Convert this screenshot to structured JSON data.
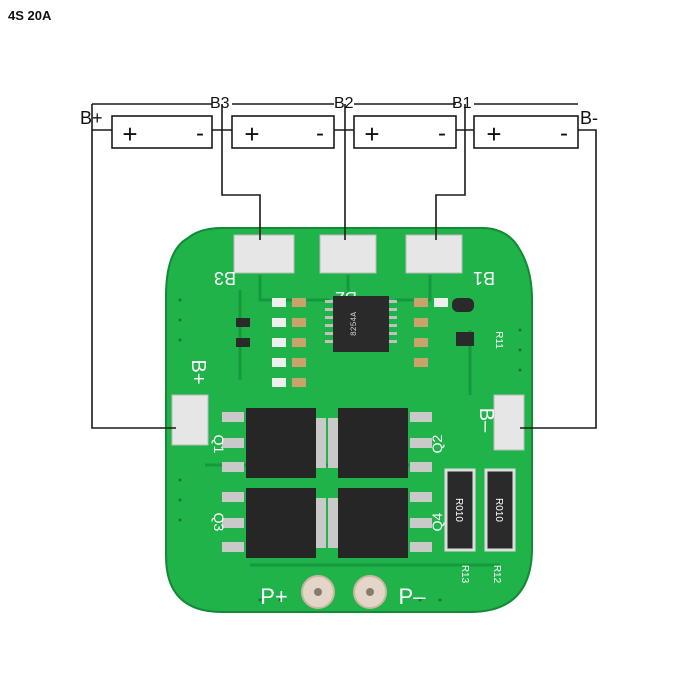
{
  "title": "4S 20A",
  "colors": {
    "pcb": "#1fb34a",
    "pcb_dark": "#128a36",
    "wire": "#1a1a1a",
    "pad": "#e6e6e6",
    "component": "#2a2a2a"
  },
  "cells": [
    {
      "plus": "+",
      "minus": "-"
    },
    {
      "plus": "+",
      "minus": "-"
    },
    {
      "plus": "+",
      "minus": "-"
    },
    {
      "plus": "+",
      "minus": "-"
    }
  ],
  "wire_labels": {
    "b_plus": "B+",
    "b3": "B3",
    "b2": "B2",
    "b1": "B1",
    "b_minus": "B-"
  },
  "board": {
    "pad_labels": {
      "b3": "B3",
      "b2": "B2",
      "b1": "B1"
    },
    "b_plus": "B+",
    "b_minus": "B–",
    "p_plus": "P+",
    "p_minus": "P–",
    "mosfets": [
      "Q1",
      "Q2",
      "Q3",
      "Q4"
    ],
    "resistor_values": [
      "R010",
      "R010"
    ],
    "resistor_labels": [
      "R13",
      "R12"
    ],
    "ic_marking": "8254A",
    "r11": "R11"
  }
}
